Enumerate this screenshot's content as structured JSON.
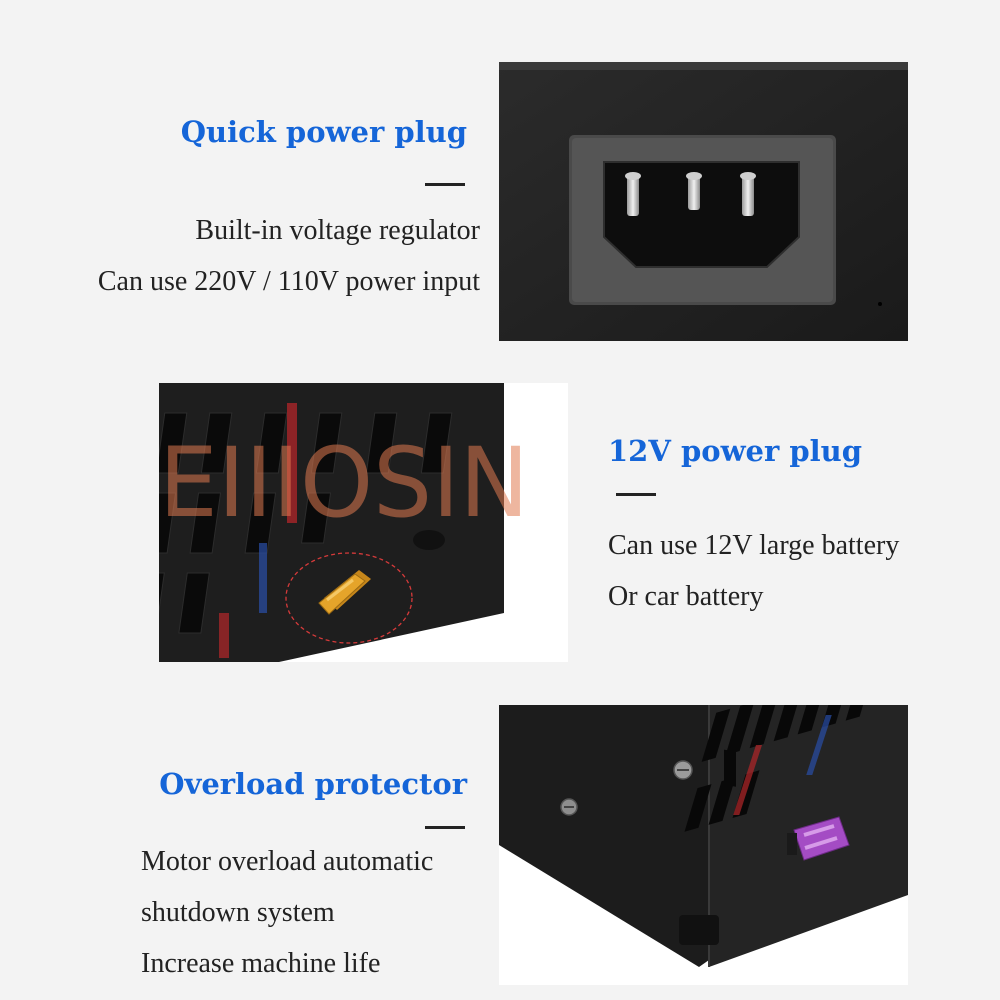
{
  "sections": [
    {
      "title": "Quick power plug",
      "lines": [
        "Built-in voltage regulator",
        "Can use 220V / 110V power input"
      ]
    },
    {
      "title": "12V power plug",
      "lines": [
        "Can use 12V large battery",
        "Or car battery"
      ]
    },
    {
      "title": "Overload protector",
      "lines": [
        "Motor overload automatic",
        "shutdown system",
        "Increase machine life"
      ]
    }
  ],
  "watermark": "EIIIOSIN",
  "colors": {
    "heading": "#1565d8",
    "text": "#222222",
    "background": "#f3f3f3",
    "device_black": "#1f1f1f",
    "xt60_connector": "#e0a020",
    "fuse": "#a44cc4"
  },
  "icons": [
    "iec-power-socket",
    "xt60-connector",
    "blade-fuse",
    "screw"
  ]
}
